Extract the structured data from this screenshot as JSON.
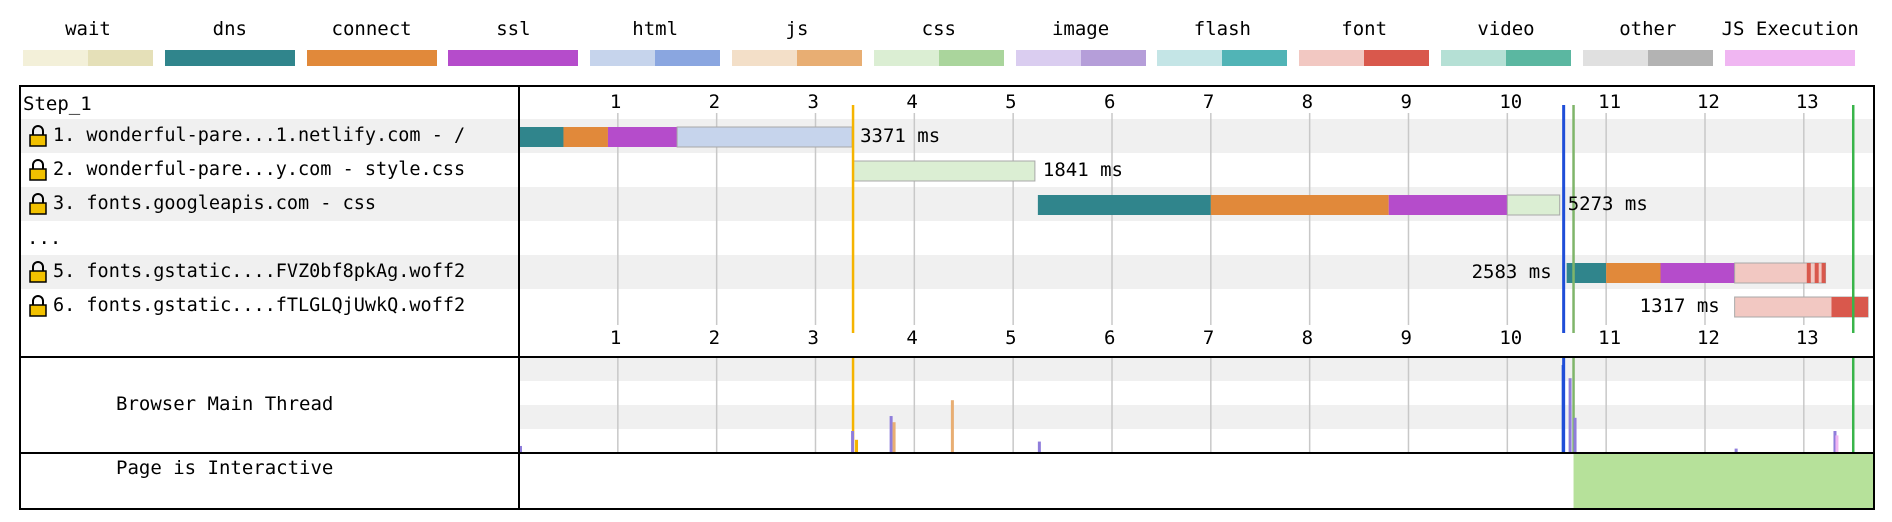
{
  "legend": [
    {
      "name": "wait",
      "colors": [
        "#f3f0d9",
        "#e5e0b8"
      ]
    },
    {
      "name": "dns",
      "colors": [
        "#30858c",
        "#30858c"
      ]
    },
    {
      "name": "connect",
      "colors": [
        "#e1893a",
        "#e1893a"
      ]
    },
    {
      "name": "ssl",
      "colors": [
        "#b54ccb",
        "#b54ccb"
      ]
    },
    {
      "name": "html",
      "colors": [
        "#c6d4ec",
        "#8aa6e0"
      ]
    },
    {
      "name": "js",
      "colors": [
        "#f3dfc8",
        "#e8ae73"
      ]
    },
    {
      "name": "css",
      "colors": [
        "#dbeed3",
        "#aad59c"
      ]
    },
    {
      "name": "image",
      "colors": [
        "#dacdf0",
        "#b59ed9"
      ]
    },
    {
      "name": "flash",
      "colors": [
        "#c4e5e6",
        "#51b4b6"
      ]
    },
    {
      "name": "font",
      "colors": [
        "#f2c8c2",
        "#d9584c"
      ]
    },
    {
      "name": "video",
      "colors": [
        "#b5e0d5",
        "#5bb7a1"
      ]
    },
    {
      "name": "other",
      "colors": [
        "#e0e0e0",
        "#b3b3b3"
      ]
    },
    {
      "name": "JS Execution",
      "colors": [
        "#f0b6f2",
        "#f0b6f2"
      ]
    }
  ],
  "step_label": "Step_1",
  "lock_icon": "lock-icon",
  "ellipsis": "...",
  "thread_label": "Browser Main Thread",
  "interactive_label": "Page is Interactive",
  "chart_data": {
    "type": "waterfall",
    "x_unit": "seconds",
    "xlim": [
      0,
      13.7
    ],
    "ticks": [
      1,
      2,
      3,
      4,
      5,
      6,
      7,
      8,
      9,
      10,
      11,
      12,
      13
    ],
    "requests": [
      {
        "label": "1. wonderful-pare...1.netlify.com - /",
        "duration": "3371 ms",
        "duration_side": "right",
        "phases": [
          {
            "type": "dns",
            "start": 0,
            "end": 0.45
          },
          {
            "type": "connect",
            "start": 0.45,
            "end": 0.9
          },
          {
            "type": "ssl",
            "start": 0.9,
            "end": 1.6
          },
          {
            "type": "html",
            "start": 1.6,
            "end": 3.37
          }
        ]
      },
      {
        "label": "2. wonderful-pare...y.com - style.css",
        "duration": "1841 ms",
        "duration_side": "right",
        "phases": [
          {
            "type": "css",
            "start": 3.38,
            "end": 5.22
          }
        ]
      },
      {
        "label": "3. fonts.googleapis.com - css",
        "duration": "5273 ms",
        "duration_side": "right",
        "phases": [
          {
            "type": "dns",
            "start": 5.25,
            "end": 7.0
          },
          {
            "type": "connect",
            "start": 7.0,
            "end": 8.8
          },
          {
            "type": "ssl",
            "start": 8.8,
            "end": 10.0
          },
          {
            "type": "css",
            "start": 10.0,
            "end": 10.53
          }
        ]
      },
      {
        "label": "...",
        "ellipsis": true,
        "phases": []
      },
      {
        "label": "5. fonts.gstatic....FVZ0bf8pkAg.woff2",
        "duration": "2583 ms",
        "duration_side": "left",
        "phases": [
          {
            "type": "dns",
            "start": 10.6,
            "end": 11.0
          },
          {
            "type": "connect",
            "start": 11.0,
            "end": 11.55
          },
          {
            "type": "ssl",
            "start": 11.55,
            "end": 12.3
          },
          {
            "type": "font",
            "start": 12.3,
            "end": 13.22,
            "chunks": [
              13.03,
              13.11,
              13.18
            ]
          }
        ]
      },
      {
        "label": "6. fonts.gstatic....fTLGLQjUwkQ.woff2",
        "duration": "1317 ms",
        "duration_side": "left",
        "phases": [
          {
            "type": "font",
            "start": 12.3,
            "end": 13.65,
            "chunks": [
              13.28
            ]
          }
        ]
      }
    ],
    "markers": [
      {
        "name": "start-render",
        "color": "#f5b400",
        "at": 3.38
      },
      {
        "name": "dom-content-loaded",
        "color": "#1f4ed8",
        "at": 10.57
      },
      {
        "name": "dom-interactive",
        "color": "#7fb56a",
        "at": 10.67
      },
      {
        "name": "load",
        "color": "#39b54a",
        "at": 13.5
      }
    ],
    "main_thread": [
      {
        "at": 0.0,
        "h": 0.08,
        "color": "#8f7ddb"
      },
      {
        "at": 3.36,
        "h": 0.25,
        "color": "#8f7ddb"
      },
      {
        "at": 3.4,
        "h": 0.15,
        "color": "#f5b400"
      },
      {
        "at": 3.75,
        "h": 0.42,
        "color": "#8f7ddb"
      },
      {
        "at": 3.78,
        "h": 0.35,
        "color": "#e8ae73"
      },
      {
        "at": 4.37,
        "h": 0.6,
        "color": "#e8ae73"
      },
      {
        "at": 5.25,
        "h": 0.13,
        "color": "#8f7ddb"
      },
      {
        "at": 10.55,
        "h": 1.0,
        "color": "#1f4ed8"
      },
      {
        "at": 10.62,
        "h": 0.85,
        "color": "#8f7ddb"
      },
      {
        "at": 10.67,
        "h": 0.4,
        "color": "#8f7ddb"
      },
      {
        "at": 12.3,
        "h": 0.05,
        "color": "#8f7ddb"
      },
      {
        "at": 13.3,
        "h": 0.25,
        "color": "#8f7ddb"
      },
      {
        "at": 13.32,
        "h": 0.2,
        "color": "#f0b6f2"
      }
    ],
    "interactive": {
      "start": 10.67,
      "end": 13.7,
      "color": "#b6e19a"
    }
  }
}
